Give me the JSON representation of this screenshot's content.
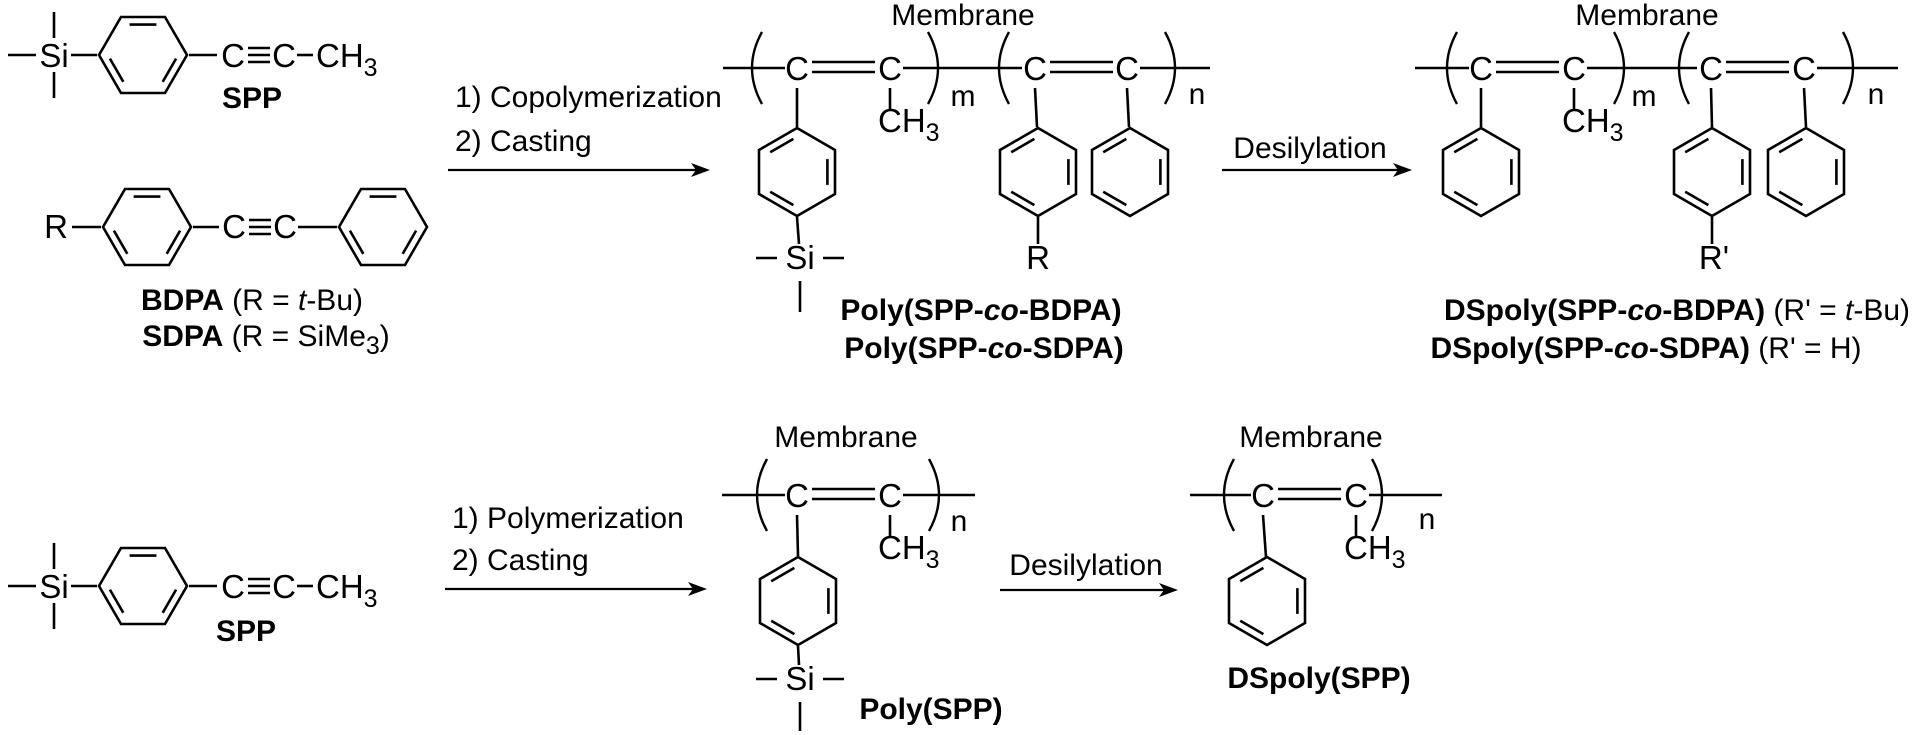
{
  "colors": {
    "ink": "#000000",
    "background": "#ffffff"
  },
  "membrane": "Membrane",
  "atoms": {
    "carbon": "C",
    "ch": "CH",
    "sub3": "3",
    "silicon": "Si",
    "r": "R",
    "r_prime": "R'"
  },
  "subscripts": {
    "m": "m",
    "n": "n"
  },
  "monomers": {
    "spp": "SPP",
    "bdpa": {
      "name": "BDPA",
      "pre": " (R = ",
      "it": "t",
      "post": "-Bu)"
    },
    "sdpa": {
      "name": "SDPA",
      "pre": " (R = SiMe",
      "sub": "3",
      "post": ")"
    }
  },
  "reactions": {
    "copoly1": "1) Copolymerization",
    "poly1": "1) Polymerization",
    "casting": "2) Casting",
    "desilylation": "Desilylation"
  },
  "polymers": {
    "poly_bdpa": {
      "pre": "Poly(SPP-",
      "it": "co",
      "post": "-BDPA)"
    },
    "poly_sdpa": {
      "pre": "Poly(SPP-",
      "it": "co",
      "post": "-SDPA)"
    },
    "dspoly_bdpa": {
      "pre": "DSpoly(SPP-",
      "it": "co",
      "post": "-BDPA)",
      "cond_pre": " (R' = ",
      "cond_it": "t",
      "cond_post": "-Bu)"
    },
    "dspoly_sdpa": {
      "pre": "DSpoly(SPP-",
      "it": "co",
      "post": "-SDPA)",
      "cond": " (R' = H)"
    },
    "poly_spp": "Poly(SPP)",
    "dspoly_spp": "DSpoly(SPP)"
  }
}
